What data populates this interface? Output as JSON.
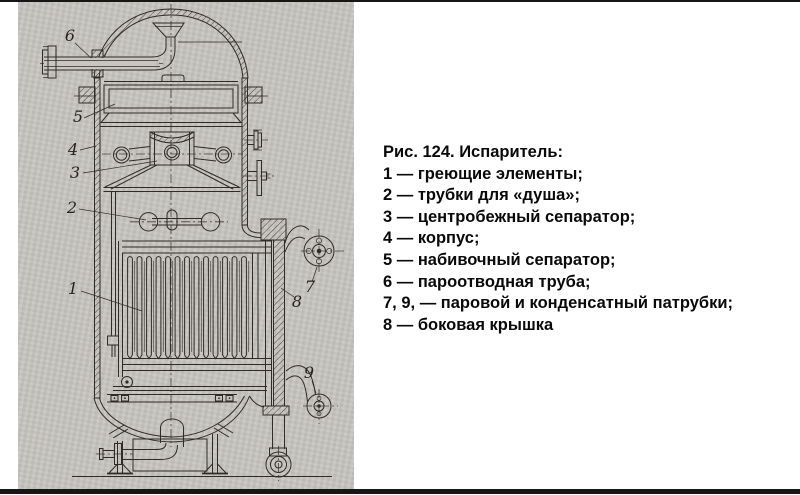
{
  "window": {
    "background_color": "#ffffff",
    "frame_color": "#161616"
  },
  "figure": {
    "paper_color": "#c8c6c1",
    "ink_color": "#2f2b26",
    "callouts": {
      "n1": "1",
      "n2": "2",
      "n3": "3",
      "n4": "4",
      "n5": "5",
      "n6": "6",
      "n7": "7",
      "n8": "8",
      "n9": "9"
    }
  },
  "caption": {
    "title": "Рис. 124. Испаритель:",
    "items": [
      "1 — греющие элементы;",
      "2 — трубки для «душа»;",
      "3 — центробежный сепаратор;",
      "4 — корпус;",
      "5 — набивочный сепаратор;",
      "6 — пароотводная труба;",
      "7, 9, — паровой и конденсатный патрубки;",
      "8 — боковая крышка"
    ]
  }
}
